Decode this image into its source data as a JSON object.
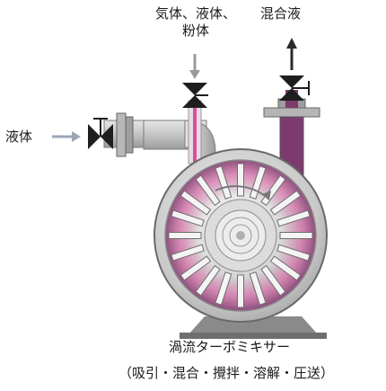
{
  "labels": {
    "inlet_top_line1": "気体、液体、",
    "inlet_top_line2": "粉体",
    "outlet": "混合液",
    "inlet_left": "液体"
  },
  "caption": {
    "title": "渦流ターボミキサー",
    "subtitle": "（吸引・混合・攪拌・溶解・圧送）"
  },
  "colors": {
    "flow_pink": "#d84f9a",
    "flow_purple": "#7d3a6e",
    "body_gray": "#9a9a9a",
    "body_light": "#d2d2d2",
    "valve_dark": "#1e1e1e"
  },
  "impeller": {
    "blade_count": 20
  }
}
